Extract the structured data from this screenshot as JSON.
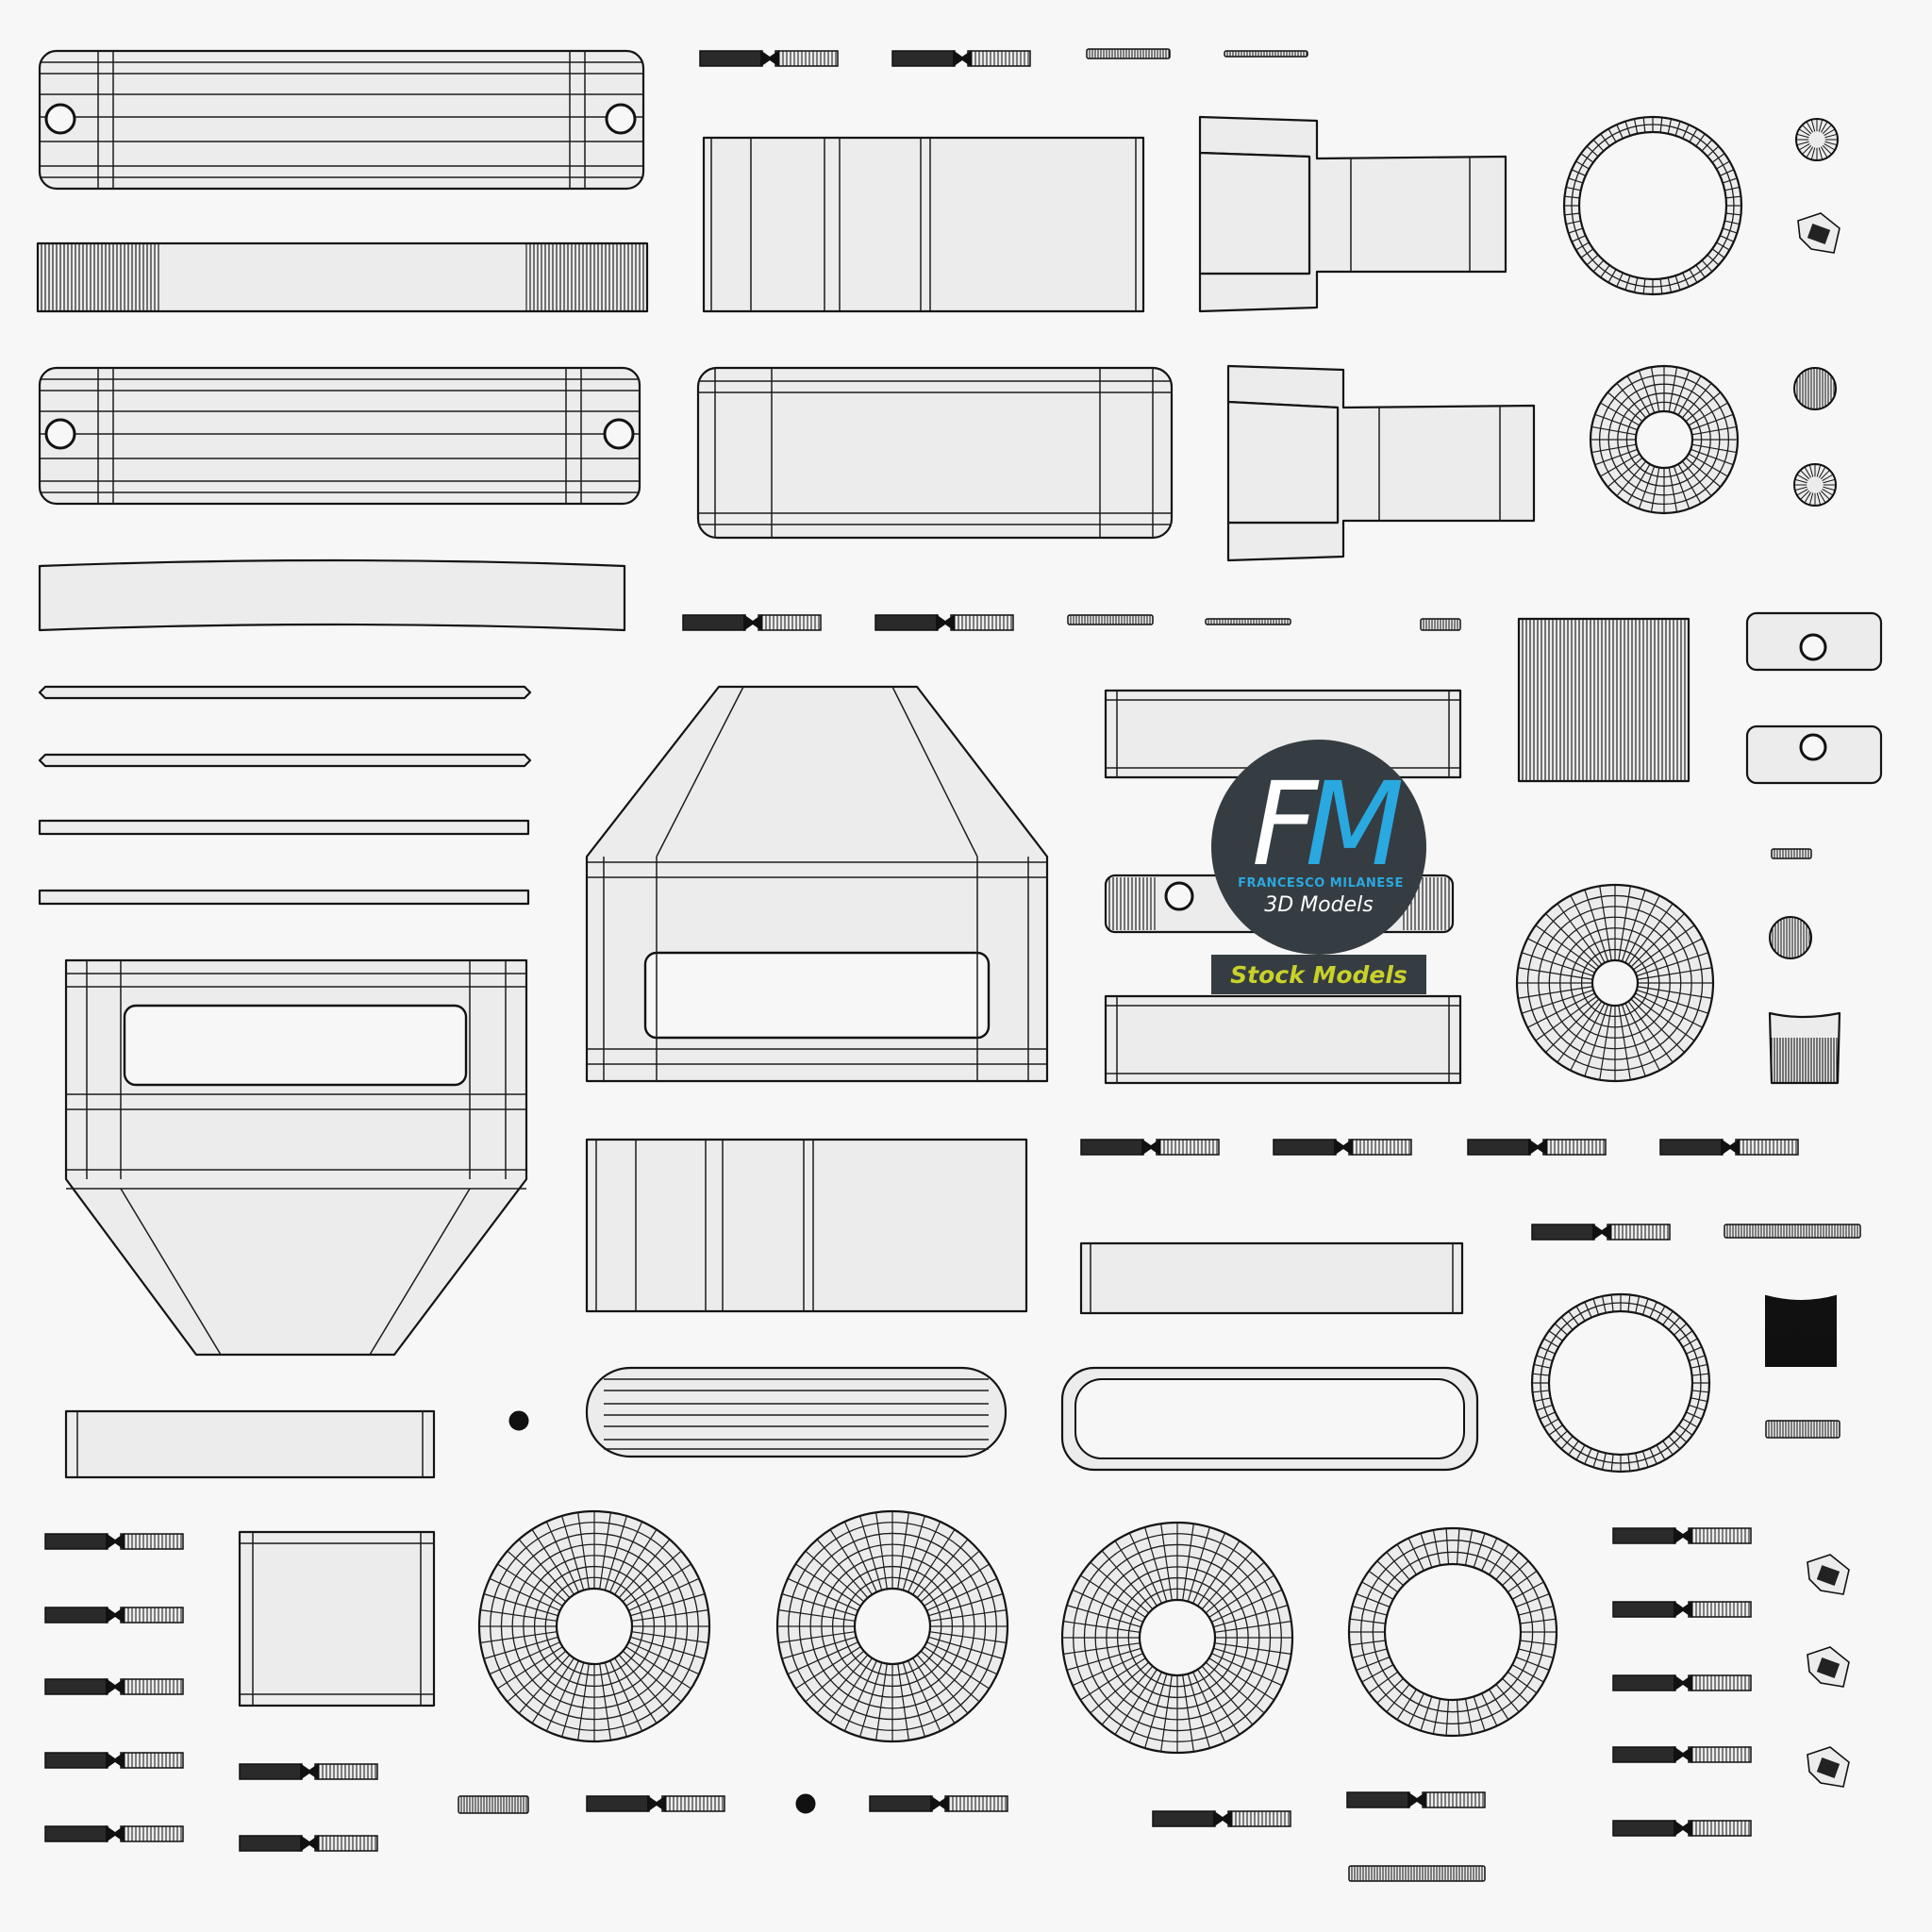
{
  "logo": {
    "monogram_f": "F",
    "monogram_m": "M",
    "name": "FRANCESCO MILANESE",
    "subtitle": "3D Models",
    "badge": "Stock Models"
  },
  "colors": {
    "background": "#f7f7f7",
    "island_fill": "#ececec",
    "wire": "#141414",
    "logo_disc": "#353d42",
    "logo_white": "#ffffff",
    "logo_blue": "#2aa8e0",
    "badge_bg": "#353d42",
    "badge_text": "#c9d12a"
  }
}
